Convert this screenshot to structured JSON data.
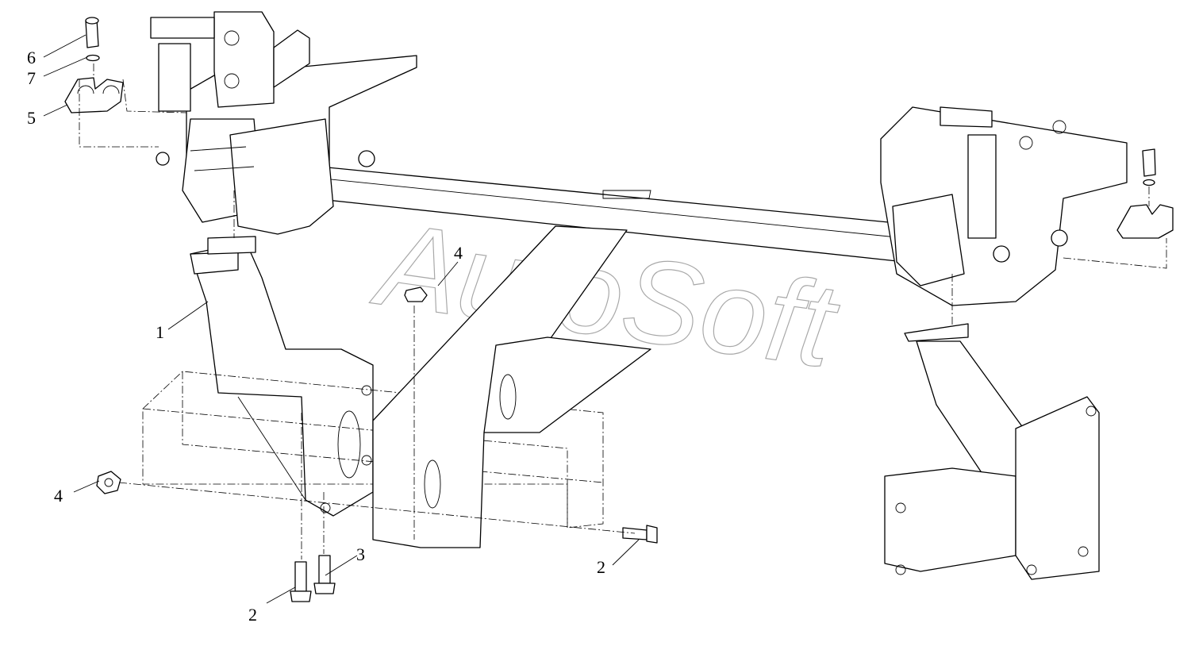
{
  "watermark": "AutoSoft",
  "callouts": [
    {
      "id": "c6",
      "text": "6"
    },
    {
      "id": "c7",
      "text": "7"
    },
    {
      "id": "c5",
      "text": "5"
    },
    {
      "id": "c1",
      "text": "1"
    },
    {
      "id": "c4a",
      "text": "4"
    },
    {
      "id": "c4b",
      "text": "4"
    },
    {
      "id": "c3",
      "text": "3"
    },
    {
      "id": "c2a",
      "text": "2"
    },
    {
      "id": "c2b",
      "text": "2"
    }
  ]
}
